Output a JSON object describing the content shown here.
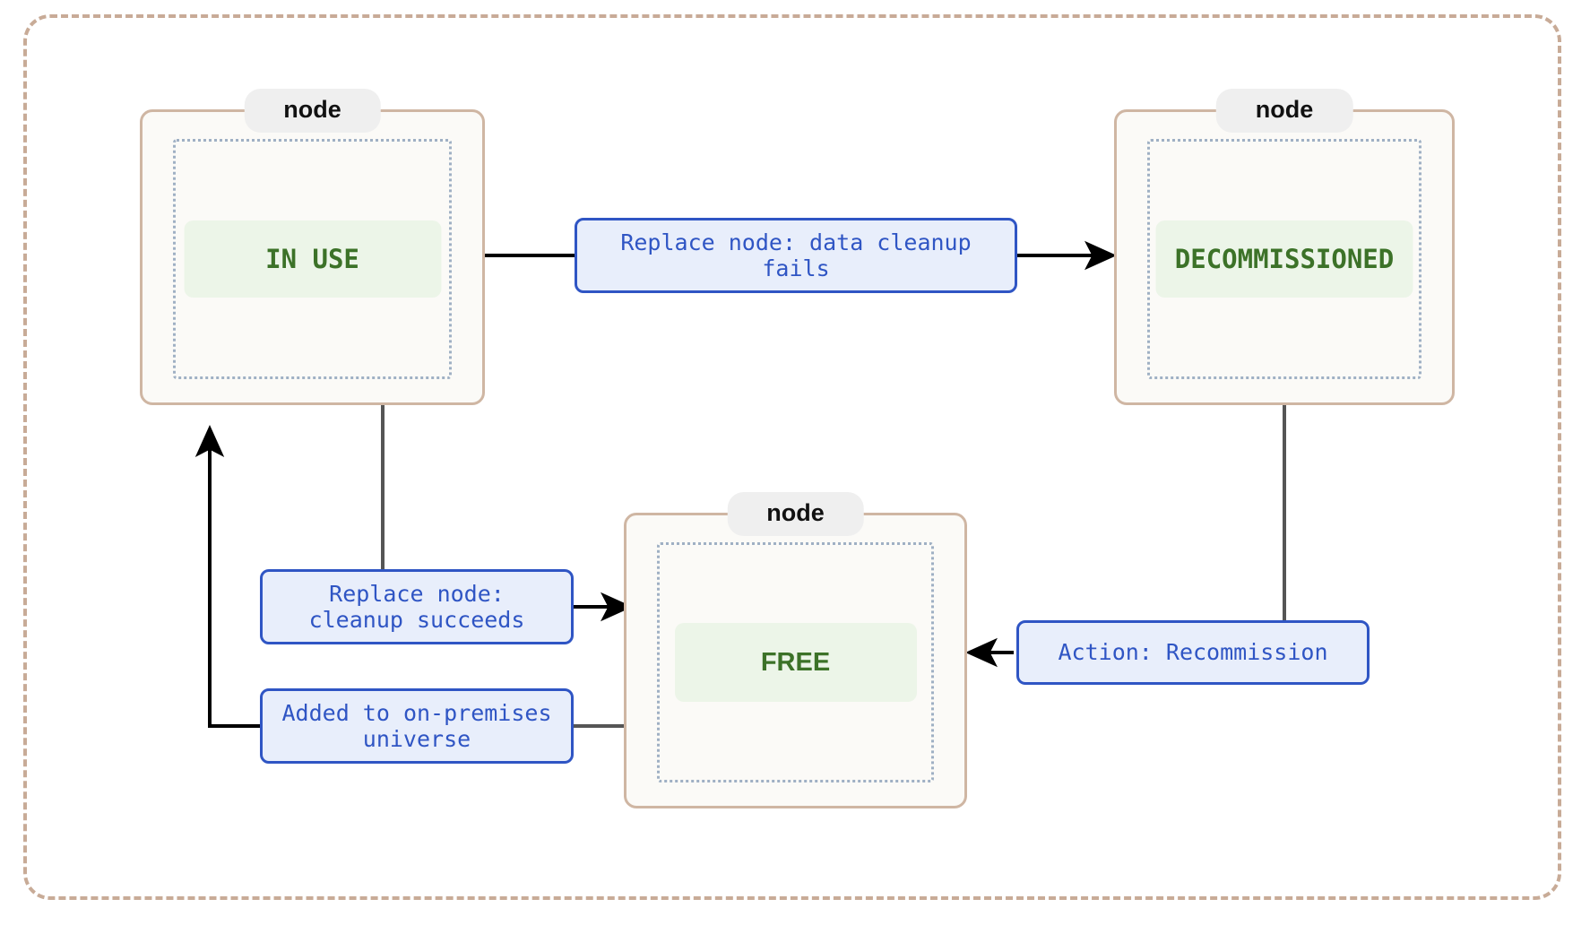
{
  "diagram": {
    "type": "state-machine",
    "title": "",
    "colors": {
      "frame_border": "#c8ab97",
      "composite_border": "#cfb6a3",
      "composite_bg": "#fbfaf7",
      "composite_inner_border": "#9fb0c4",
      "composite_title_bg": "#efefef",
      "state_chip_bg": "#ecf5e8",
      "state_text": "#3c7228",
      "edge_label_bg": "#e8eefb",
      "edge_label_border": "#2f55c4",
      "edge_label_text": "#2f55c4",
      "edge_line": "#000000",
      "edge_line_gray": "#555555"
    },
    "composites": [
      {
        "id": "inuse",
        "title": "node",
        "state": "IN USE"
      },
      {
        "id": "decommissioned",
        "title": "node",
        "state": "DECOMMISSIONED"
      },
      {
        "id": "free",
        "title": "node",
        "state": "FREE"
      }
    ],
    "transitions": [
      {
        "id": "inuse-to-decommissioned",
        "from": "IN USE",
        "to": "DECOMMISSIONED",
        "label": "Replace node: data cleanup\nfails"
      },
      {
        "id": "inuse-to-free",
        "from": "IN USE",
        "to": "FREE",
        "label": "Replace node:\ncleanup succeeds"
      },
      {
        "id": "free-to-inuse",
        "from": "FREE",
        "to": "IN USE",
        "label": "Added to on-premises\nuniverse"
      },
      {
        "id": "decommissioned-to-free",
        "from": "DECOMMISSIONED",
        "to": "FREE",
        "label": "Action: Recommission"
      }
    ]
  }
}
